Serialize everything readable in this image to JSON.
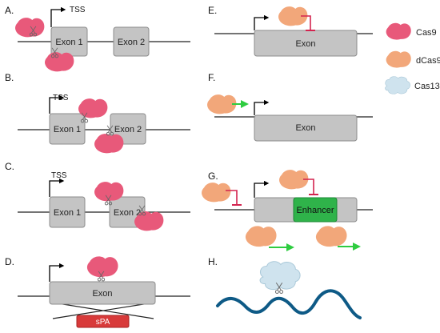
{
  "colors": {
    "cas9": "#e8597a",
    "dcas9": "#f2a77a",
    "cas13": "#cfe3ee",
    "exon_fill": "#c4c4c4",
    "exon_stroke": "#8c8c8c",
    "enhancer": "#2fb34a",
    "spa": "#d83a3a",
    "activator_arrow": "#2ecc40",
    "repressor_bar": "#d3244f",
    "rna": "#0e5a86"
  },
  "icons": {
    "scissors": "scissors-icon",
    "cas9": "cas9-protein-icon",
    "dcas9": "dcas9-protein-icon",
    "cas13": "cas13-protein-icon"
  },
  "panels": {
    "A": {
      "label": "A.",
      "tss": "TSS",
      "exon1": "Exon 1",
      "exon2": "Exon 2"
    },
    "B": {
      "label": "B.",
      "tss": "TSS",
      "exon1": "Exon 1",
      "exon2": "Exon 2"
    },
    "C": {
      "label": "C.",
      "tss": "TSS",
      "exon1": "Exon 1",
      "exon2": "Exon 2"
    },
    "D": {
      "label": "D.",
      "exon": "Exon",
      "spa": "sPA"
    },
    "E": {
      "label": "E.",
      "exon": "Exon"
    },
    "F": {
      "label": "F.",
      "exon": "Exon"
    },
    "G": {
      "label": "G.",
      "enhancer": "Enhancer"
    },
    "H": {
      "label": "H."
    }
  },
  "legend": [
    {
      "name": "Cas9"
    },
    {
      "name": "dCas9"
    },
    {
      "name": "Cas13"
    }
  ]
}
